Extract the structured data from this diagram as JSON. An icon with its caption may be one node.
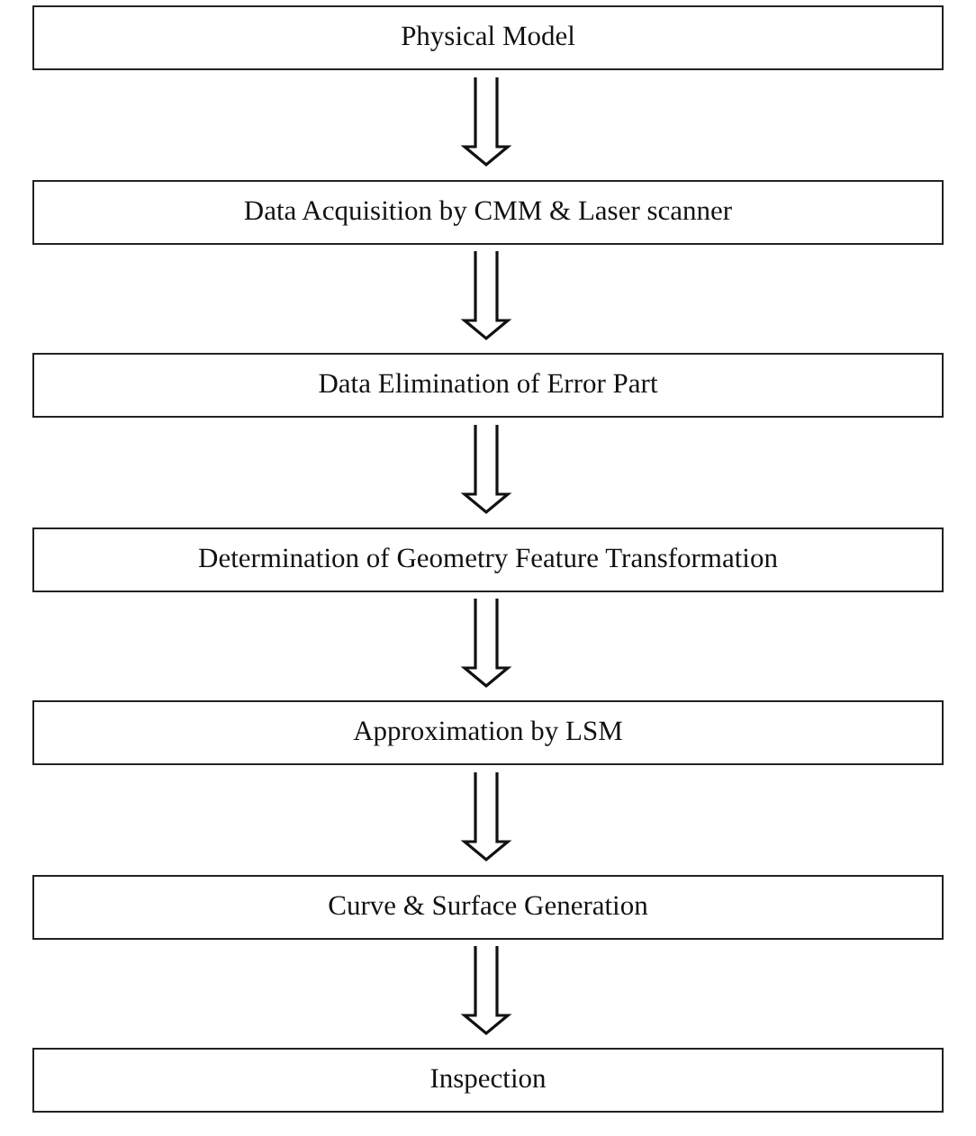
{
  "diagram": {
    "nodes": [
      {
        "text": [
          "Physical Model"
        ]
      },
      {
        "text": [
          "Data Acquisition by CMM & Laser scanner"
        ]
      },
      {
        "text": [
          "Data Elimination of Error Part"
        ]
      },
      {
        "text": [
          "Determination of Geometry Feature Transformation"
        ]
      },
      {
        "text": [
          "Approximation by LSM"
        ]
      },
      {
        "text": [
          "Curve & Surface Generation"
        ]
      },
      {
        "text": [
          "Inspection"
        ]
      }
    ],
    "edges": [
      {
        "from": 0,
        "to": 1,
        "arrow": "to"
      },
      {
        "from": 1,
        "to": 2,
        "arrow": "to"
      },
      {
        "from": 2,
        "to": 3,
        "arrow": "to"
      },
      {
        "from": 3,
        "to": 4,
        "arrow": "to"
      },
      {
        "from": 4,
        "to": 5,
        "arrow": "to"
      },
      {
        "from": 5,
        "to": 6,
        "arrow": "to"
      }
    ]
  }
}
